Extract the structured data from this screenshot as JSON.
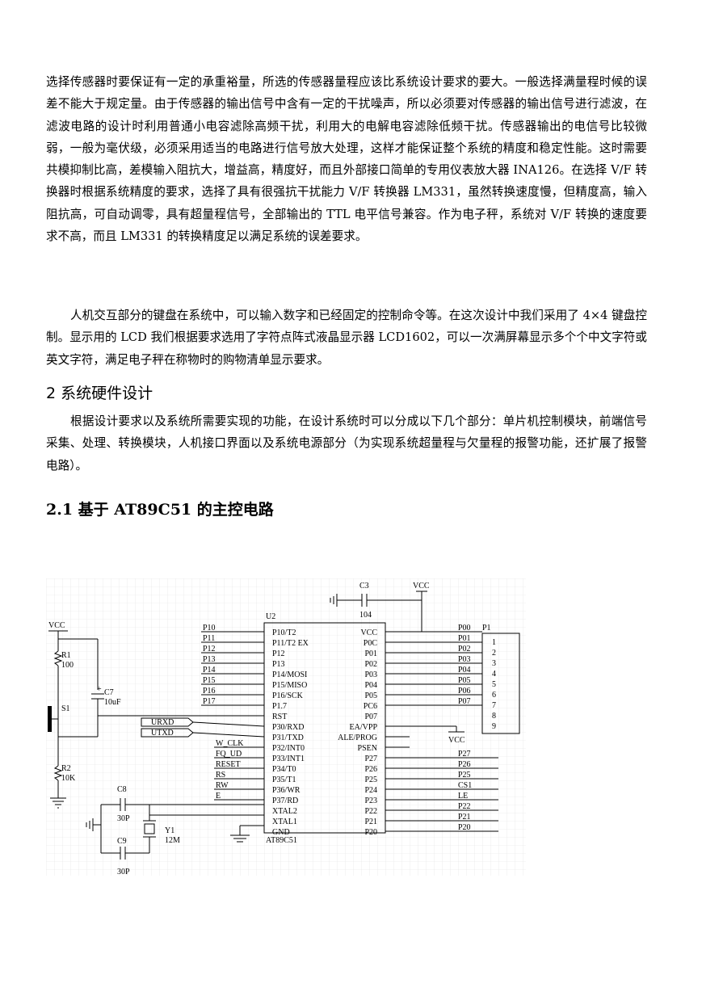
{
  "paragraphs": {
    "p1": "选择传感器时要保证有一定的承重裕量，所选的传感器量程应该比系统设计要求的要大。一般选择满量程时候的误差不能大于规定量。由于传感器的输出信号中含有一定的干扰噪声，所以必须要对传感器的输出信号进行滤波，在滤波电路的设计时利用普通小电容滤除高频干扰，利用大的电解电容滤除低频干扰。传感器输出的电信号比较微弱，一般为毫伏级，必须采用适当的电路进行信号放大处理，这样才能保证整个系统的精度和稳定性能。这时需要共模抑制比高，差模输入阻抗大，增益高，精度好，而且外部接口简单的专用仪表放大器 INA126。在选择 V/F 转换器时根据系统精度的要求，选择了具有很强抗干扰能力 V/F 转换器 LM331，虽然转换速度慢，但精度高，输入阻抗高，可自动调零，具有超量程信号，全部输出的 TTL 电平信号兼容。作为电子秤，系统对 V/F 转换的速度要求不高，而且 LM331 的转换精度足以满足系统的误差要求。",
    "p2": "人机交互部分的键盘在系统中，可以输入数字和已经固定的控制命令等。在这次设计中我们采用了 4×4 键盘控制。显示用的 LCD 我们根据要求选用了字符点阵式液晶显示器 LCD1602，可以一次满屏幕显示多个个中文字符或英文字符，满足电子秤在称物时的购物清单显示要求。",
    "p3": "根据设计要求以及系统所需要实现的功能，在设计系统时可以分成以下几个部分：单片机控制模块，前端信号采集、处理、转换模块，人机接口界面以及系统电源部分（为实现系统超量程与欠量程的报警功能，还扩展了报警电路）。"
  },
  "headings": {
    "section2": "2 系统硬件设计",
    "section2_1": "2.1  基于 AT89C51 的主控电路"
  },
  "schematic": {
    "chip_ref": "U2",
    "chip_name": "AT89C51",
    "left_pins": [
      "P10/T2",
      "P11/T2 EX",
      "P12",
      "P13",
      "P14/MOSI",
      "P15/MISO",
      "P16/SCK",
      "P1.7",
      "RST",
      "P30/RXD",
      "P31/TXD",
      "P32/INT0",
      "P33/INT1",
      "P34/T0",
      "P35/T1",
      "P36/WR",
      "P37/RD",
      "XTAL2",
      "XTAL1",
      "GND"
    ],
    "right_pins": [
      "VCC",
      "P0C",
      "P01",
      "P02",
      "P03",
      "P04",
      "P05",
      "PC6",
      "P07",
      "EA/VPP",
      "ALE/PROG",
      "PSEN",
      "P27",
      "P26",
      "P25",
      "P24",
      "P23",
      "P22",
      "P21",
      "P20"
    ],
    "left_nets": [
      "P10",
      "P11",
      "P12",
      "P13",
      "P14",
      "P15",
      "P16",
      "P17"
    ],
    "serial_nets": [
      "URXD",
      "UTXD"
    ],
    "p3_nets": [
      "W_CLK",
      "FQ_UD",
      "RESET",
      "RS",
      "RW",
      "E"
    ],
    "right_nets": [
      "P00",
      "P01",
      "P02",
      "P03",
      "P04",
      "P05",
      "P06",
      "P07",
      "",
      "",
      "",
      "",
      "P27",
      "P26",
      "P25",
      "CS1",
      "LE",
      "P22",
      "P21",
      "P20"
    ],
    "connector_ref": "P1",
    "connector_pins": [
      "1",
      "2",
      "3",
      "4",
      "5",
      "6",
      "7",
      "8",
      "9"
    ],
    "labels": {
      "vcc": "VCC",
      "c3": "C3",
      "c3_val": "104",
      "r1": "R1",
      "r1_val": "100",
      "c7": "C7",
      "c7_val": "10uF",
      "s1": "S1",
      "r2": "R2",
      "r2_val": "10K",
      "c8": "C8",
      "c8_val": "30P",
      "c9": "C9",
      "c9_val": "30P",
      "y1": "Y1",
      "y1_val": "12M"
    }
  }
}
